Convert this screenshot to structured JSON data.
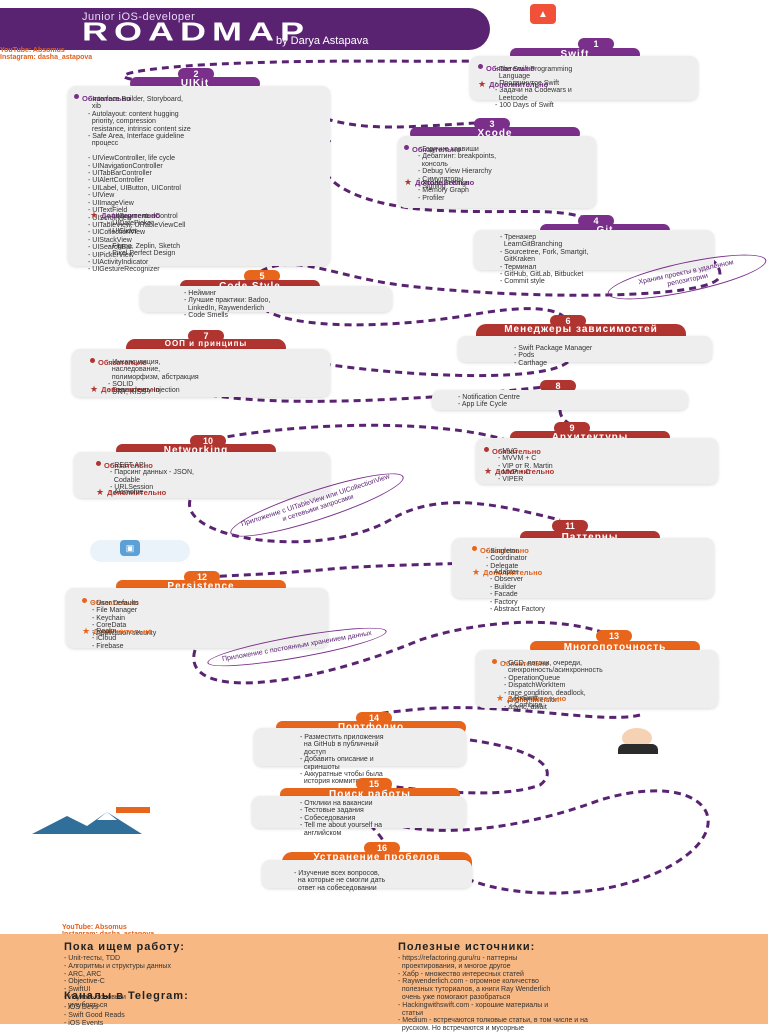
{
  "header": {
    "subtitle": "Junior iOS-developer",
    "title": "ROADMAP",
    "byline": "by Darya Astapava",
    "social": [
      "YouTube: Absomus",
      "Instagram: dasha_astapova"
    ],
    "accent": "#5a2372"
  },
  "labels": {
    "required": "Обязательно",
    "additional": "Дополнительно"
  },
  "steps": [
    {
      "num": "1",
      "title": "Swift",
      "required": [
        "- The Swift Programming",
        "  Language"
      ],
      "additional": [
        "- Продвинутое Swift",
        "- Задачи на Codewars и",
        "  Leetcode",
        "- 100 Days of Swift"
      ]
    },
    {
      "num": "2",
      "title": "UIKit",
      "required": [
        "- Interface Builder, Storyboard,",
        "  xib",
        "- Autolayout: content hugging",
        "  priority, compression",
        "  resistance, intrinsic content size",
        "- Safe Area, Interface guideline",
        "  процесс",
        "",
        "- UIViewController, life cycle",
        "- UINavigationController",
        "- UITabBarController",
        "- UIAlertController",
        "- UILabel, UIButton, UIControl",
        "- UIView",
        "- UIImageView",
        "- UITextField",
        "- UIScrollView",
        "- UITableView, UITableViewCell",
        "- UICollectionView",
        "- UIStackView",
        "- UISearchBar",
        "- UIPickerView",
        "- UIActivityIndicator",
        "- UIGestureRecognizer"
      ],
      "additional": [
        "- UISegmentedControl",
        "- UIDatePicker",
        "- UISlider",
        "",
        "- Figma, Zeplin, Sketch",
        "- Pixel Perfect Design"
      ]
    },
    {
      "num": "3",
      "title": "Xcode",
      "required": [
        "- Горячие клавиши",
        "- Дебаггинг: breakpoints,",
        "  консоль",
        "- Debug View Hierarchy",
        "- Симуляторы",
        "- Signing"
      ],
      "additional": [
        "- Xcode Settings",
        "- Memory Graph",
        "- Profiler"
      ]
    },
    {
      "num": "4",
      "title": "Git",
      "required": [
        "- Тренажер",
        "  LearnGitBranching",
        "- Sourcetree, Fork, Smartgit,",
        "  GitKraken",
        "- Терминал",
        "- GitHub, GitLab, Bitbucket",
        "- Commit style"
      ]
    },
    {
      "num": "5",
      "title": "Code Style",
      "required": [
        "- Нейминг",
        "- Лучшие практики: Badoo,",
        "  LinkedIn, Raywenderlich",
        "- Code Smells"
      ]
    },
    {
      "num": "6",
      "title": "Менеджеры зависимостей",
      "required": [
        "- Swift Package Manager",
        "- Pods",
        "- Carthage"
      ]
    },
    {
      "num": "7",
      "title": "ООП и принципы проектирования",
      "required": [
        "- Инкапсуляция,",
        "  наследование,",
        "  полиморфизм, абстракция",
        "- SOLID",
        "- DRY, KISS"
      ],
      "additional": [
        "- Dependency Injection"
      ]
    },
    {
      "num": "8",
      "title": "",
      "required": [
        "- Notification Centre",
        "- App Life Cycle"
      ]
    },
    {
      "num": "9",
      "title": "Архитектуры",
      "required": [
        "- MVC",
        "- MVVM + C",
        "- VIP от R. Martin"
      ],
      "additional": [
        "- MVP + C",
        "- VIPER"
      ]
    },
    {
      "num": "10",
      "title": "Networking",
      "required": [
        "- REST API",
        "- Парсинг данных - JSON,",
        "  Codable",
        "- URLSession"
      ],
      "additional": [
        "- Alamofire"
      ]
    },
    {
      "num": "11",
      "title": "Паттерны",
      "required": [
        "- Singleton",
        "- Coordinator",
        "- Delegate"
      ],
      "additional": [
        "- Adapter",
        "- Observer",
        "- Builder",
        "- Facade",
        "- Factory",
        "- Abstract Factory"
      ]
    },
    {
      "num": "12",
      "title": "Persistence",
      "required": [
        "- User Defaults",
        "- File Manager",
        "- Keychain",
        "- CoreData",
        "- Application security"
      ],
      "additional": [
        "- Realm",
        "- iCloud",
        "- Firebase"
      ]
    },
    {
      "num": "13",
      "title": "Многопоточность",
      "required": [
        "- GCD, потоки, очереди,",
        "  синхронность/асинхронность",
        "- OperationQueue",
        "- DispatchWorkItem",
        "- race condition, deadlock,",
        "  priority inversion",
        "- async, await"
      ],
      "additional": [
        "- RxSwift",
        "- Combine"
      ]
    },
    {
      "num": "14",
      "title": "Портфолио",
      "required": [
        "- Разместить приложения",
        "  на GitHub в публичный",
        "  доступ",
        "- Добавить описание и",
        "  скриншоты",
        "- Аккуратные чтобы была",
        "  история коммитов"
      ]
    },
    {
      "num": "15",
      "title": "Поиск работы",
      "required": [
        "- Отклики на вакансии",
        "- Тестовые задания",
        "- Собеседования",
        "- Tell me about yourself на",
        "  английском"
      ]
    },
    {
      "num": "16",
      "title": "Устранение пробелов",
      "required": [
        "- Изучение всех вопросов,",
        "  на которые не смогли дать",
        "  ответ на собеседовании"
      ]
    }
  ],
  "notes": {
    "git": "Храним проекты в удаленном репозитории",
    "networking": "Приложение с UITableView или UICollectionView и сетевыми запросами",
    "persistence": "Приложение с постоянным хранением данных"
  },
  "footer": {
    "social": [
      "YouTube: Absomus",
      "Instagram: dasha_astapova"
    ],
    "search_heading": "Пока ищем работу:",
    "search_items": [
      "- Unit-тесты, TDD",
      "- Алгоритмы и структуры данных",
      "- ARC, ARC",
      "- Objective-C",
      "- SwiftUI",
      "- Изучать основы и",
      "  углубляться"
    ],
    "telegram_heading": "Каналы в Telegram:",
    "telegram_items": [
      "- iOS Devs",
      "- Swift Good Reads",
      "- iOS Events"
    ],
    "sources_heading": "Полезные источники:",
    "sources_items": [
      "- https://refactoring.guru/ru - паттерны",
      "  проектирования, и многое другое",
      "- Хабр - множество интересных статей",
      "- Raywenderlich.com - огромное количество",
      "  полезных туториалов, а книги Ray Wenderlich",
      "  очень уже помогают разобраться",
      "- Hackingwithswift.com - хорошие материалы и",
      "  статьи",
      "- Medium - встречаются толковые статьи, в том числе и на",
      "  русском. Но встречаются и мусорные"
    ],
    "bg_color": "#f7b883"
  }
}
